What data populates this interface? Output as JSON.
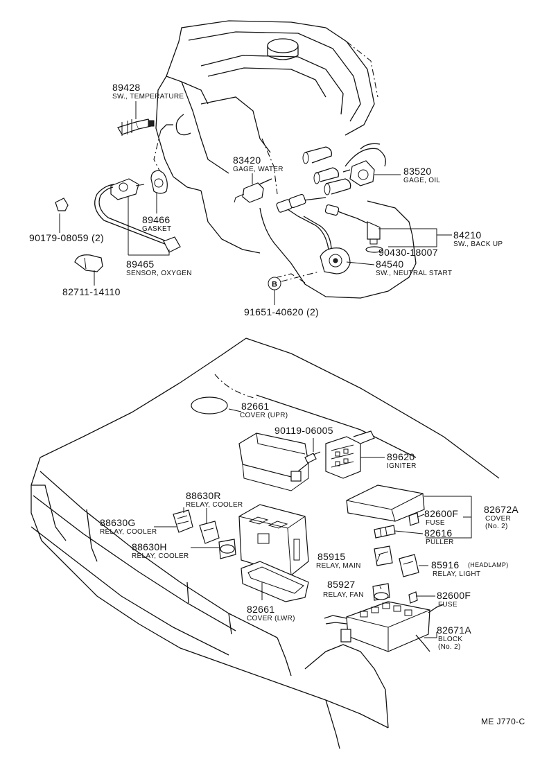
{
  "diagram_code": "ME J770-C",
  "callouts": [
    {
      "key": "sw_temperature",
      "part_no": "89428",
      "desc": "SW., TEMPERATURE"
    },
    {
      "key": "gage_water",
      "part_no": "83420",
      "desc": "GAGE, WATER"
    },
    {
      "key": "gage_oil",
      "part_no": "83520",
      "desc": "GAGE, OIL"
    },
    {
      "key": "gasket",
      "part_no": "89466",
      "desc": "GASKET"
    },
    {
      "key": "sensor_oxygen",
      "part_no": "89465",
      "desc": "SENSOR, OXYGEN"
    },
    {
      "key": "clip",
      "part_no": "90179-08059 (2)",
      "desc": ""
    },
    {
      "key": "clamp",
      "part_no": "82711-14110",
      "desc": ""
    },
    {
      "key": "sw_back_up",
      "part_no": "84210",
      "desc": "SW., BACK UP"
    },
    {
      "key": "washer_back_up",
      "part_no": "90430-18007",
      "desc": ""
    },
    {
      "key": "sw_neutral_start",
      "part_no": "84540",
      "desc": "SW., NEUTRAL START"
    },
    {
      "key": "bolt",
      "part_no": "91651-40620 (2)",
      "desc": ""
    },
    {
      "key": "bolt_marker",
      "part_no": "B",
      "desc": ""
    },
    {
      "key": "cover_upr",
      "part_no": "82661",
      "desc": "COVER (UPR)"
    },
    {
      "key": "screw_igniter",
      "part_no": "90119-06005",
      "desc": ""
    },
    {
      "key": "igniter",
      "part_no": "89620",
      "desc": "IGNITER"
    },
    {
      "key": "relay_cooler_r",
      "part_no": "88630R",
      "desc": "RELAY, COOLER"
    },
    {
      "key": "relay_cooler_g",
      "part_no": "88630G",
      "desc": "RELAY, COOLER"
    },
    {
      "key": "relay_cooler_h",
      "part_no": "88630H",
      "desc": "RELAY, COOLER"
    },
    {
      "key": "cover_lwr",
      "part_no": "82661",
      "desc": "COVER (LWR)"
    },
    {
      "key": "fuse_1",
      "part_no": "82600F",
      "desc": "FUSE"
    },
    {
      "key": "puller",
      "part_no": "82616",
      "desc": "PULLER"
    },
    {
      "key": "cover_no2",
      "part_no": "82672A",
      "desc": "COVER",
      "desc2": "(No. 2)"
    },
    {
      "key": "relay_main",
      "part_no": "85915",
      "desc": "RELAY, MAIN"
    },
    {
      "key": "relay_light",
      "part_no": "85916",
      "note": "(HEADLAMP)",
      "desc": "RELAY, LIGHT"
    },
    {
      "key": "relay_fan",
      "part_no": "85927",
      "desc": "RELAY, FAN"
    },
    {
      "key": "fuse_2",
      "part_no": "82600F",
      "desc": "FUSE"
    },
    {
      "key": "block_no2",
      "part_no": "82671A",
      "desc": "BLOCK",
      "desc2": "(No. 2)"
    }
  ]
}
